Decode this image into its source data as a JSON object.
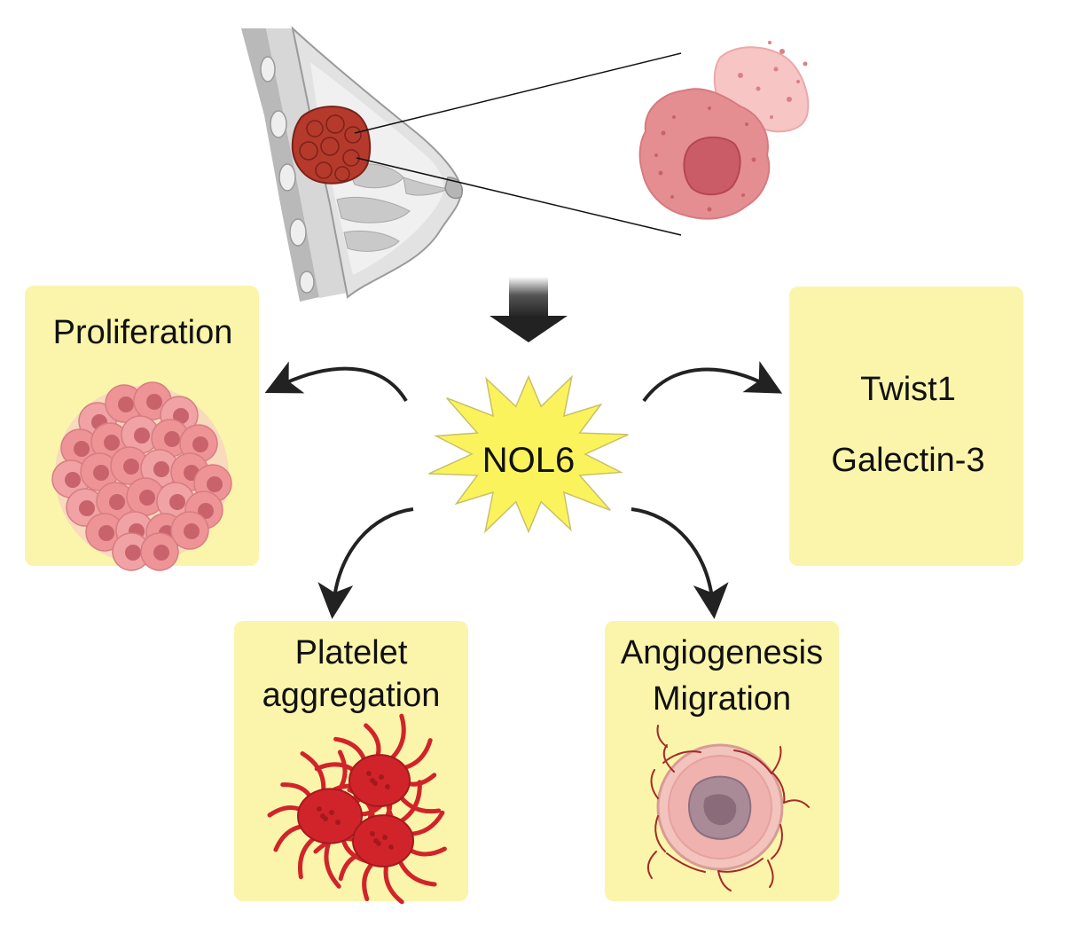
{
  "center": {
    "label": "NOL6"
  },
  "boxes": {
    "proliferation": {
      "label": "Proliferation"
    },
    "targets": {
      "line1": "Twist1",
      "line2": "Galectin-3"
    },
    "platelet": {
      "line1": "Platelet",
      "line2": "aggregation"
    },
    "angiogenesis": {
      "line1": "Angiogenesis",
      "line2": "Migration"
    }
  },
  "colors": {
    "box_fill": "#fbf5ab",
    "starburst_fill": "#fbf35c",
    "tumor": "#b53a2c",
    "platelet": "#d1242a",
    "cancer_cell": "#e99093",
    "arrow": "#222222"
  },
  "icons": {
    "breast": "breast-anatomy-icon",
    "tumor": "tumor-mass-icon",
    "cancer_cell": "cancer-cell-icon",
    "cluster": "proliferating-cell-cluster-icon",
    "platelets": "platelet-aggregate-icon",
    "vascular_cell": "vascularized-cell-icon"
  }
}
